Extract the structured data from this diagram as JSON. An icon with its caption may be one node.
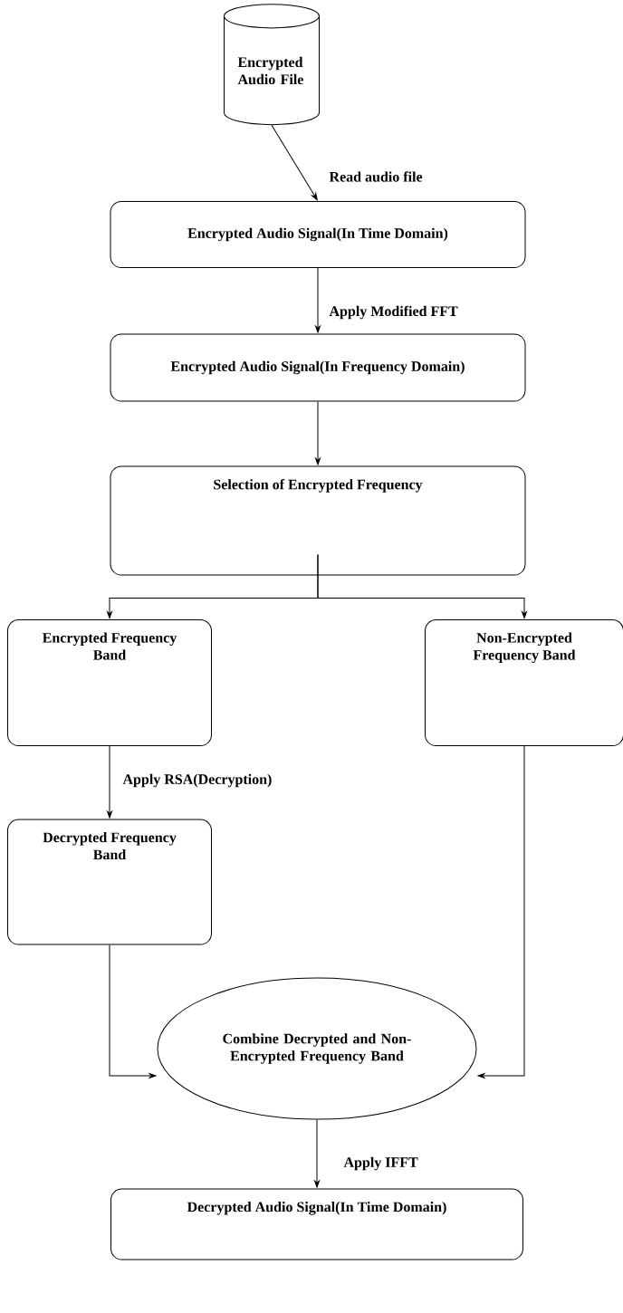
{
  "diagram": {
    "nodes": [
      {
        "text": [
          "Encrypted Audio File"
        ]
      },
      {
        "text": [
          "Encrypted Audio Signal(In Time Domain)"
        ]
      },
      {
        "text": [
          "Encrypted Audio Signal(In Frequency Domain)"
        ]
      },
      {
        "text": [
          "Selection of Encrypted Frequency"
        ]
      },
      {
        "text": [
          "Encrypted Frequency Band"
        ]
      },
      {
        "text": [
          "Non-Encrypted Frequency Band"
        ]
      },
      {
        "text": [
          "Decrypted Frequency Band"
        ]
      },
      {
        "text": [
          "Combine Decrypted and Non-Encrypted Frequency Band"
        ]
      },
      {
        "text": [
          "Decrypted Audio Signal(In Time Domain)"
        ]
      }
    ],
    "edges": [
      {
        "from": 0,
        "to": 1,
        "arrow": "to",
        "label": "Read audio file"
      },
      {
        "from": 1,
        "to": 2,
        "arrow": "to",
        "label": "Apply Modified FFT"
      },
      {
        "from": 2,
        "to": 3,
        "arrow": "to"
      },
      {
        "from": 3,
        "to": 4,
        "arrow": "to"
      },
      {
        "from": 3,
        "to": 5,
        "arrow": "to"
      },
      {
        "from": 4,
        "to": 6,
        "arrow": "to",
        "label": "Apply RSA(Decryption)"
      },
      {
        "from": 6,
        "to": 7,
        "arrow": "to"
      },
      {
        "from": 5,
        "to": 7,
        "arrow": "to"
      },
      {
        "from": 7,
        "to": 8,
        "arrow": "to",
        "label": "Apply IFFT"
      }
    ]
  }
}
